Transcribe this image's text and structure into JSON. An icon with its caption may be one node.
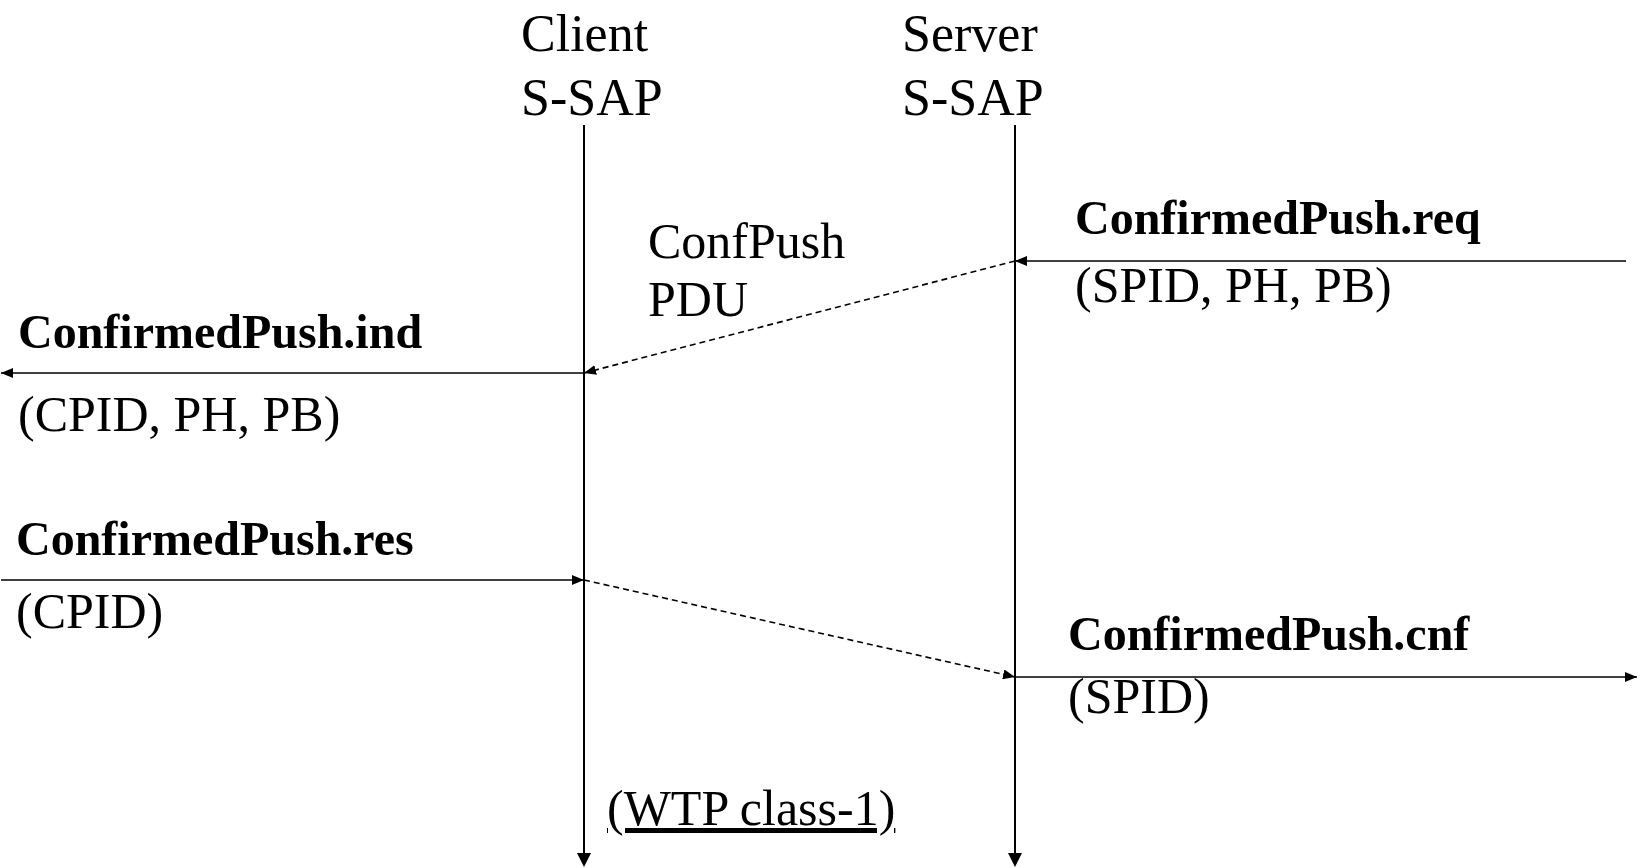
{
  "diagram": {
    "nodes": [
      {
        "text": [
          "Client S-SAP"
        ]
      },
      {
        "text": [
          "Server S-SAP"
        ]
      },
      {
        "text": [],
        "shape": "bar"
      },
      {
        "text": [],
        "shape": "bar"
      }
    ],
    "edges": [
      {
        "from": null,
        "to": 3,
        "arrow": "to"
      },
      {
        "from": 3,
        "to": 2,
        "arrow": "to",
        "style": "dashed",
        "label": "ConfPush PDU"
      },
      {
        "from": 2,
        "to": null,
        "arrow": "to"
      },
      {
        "from": null,
        "to": 2,
        "arrow": "to"
      },
      {
        "from": 2,
        "to": 3,
        "arrow": "to",
        "style": "dashed"
      },
      {
        "from": 3,
        "to": null,
        "arrow": "to"
      }
    ],
    "labels": [
      "ConfirmedPush.req",
      "(SPID, PH, PB)",
      "ConfirmedPush.ind",
      "(CPID, PH, PB)",
      "ConfirmedPush.res",
      "(CPID)",
      "ConfirmedPush.cnf",
      "(SPID)",
      "(WTP class-1)"
    ]
  }
}
